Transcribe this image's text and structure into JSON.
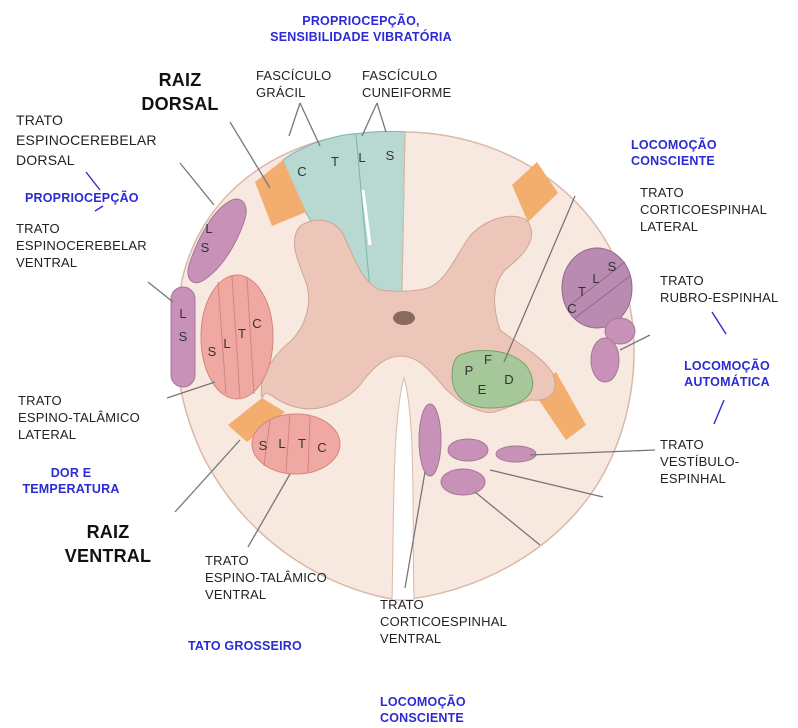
{
  "colors": {
    "cord_fill": "#f7e9df",
    "gray_matter": "#ecc7b9",
    "dorsal_column": "#b7d9d2",
    "root_entry": "#f3ad6e",
    "spinothalamic": "#f0a9a2",
    "spinocerebellar": "#c892b8",
    "corticospinal": "#b98bb1",
    "motor_nucleus": "#a6c79a",
    "label_blue": "#2b2bd6",
    "leader_line": "#777777"
  },
  "labels": {
    "propriocepcao_top": [
      "PROPRIOCEPÇÃO,",
      "SENSIBILIDADE VIBRATÓRIA"
    ],
    "fasciculo_gracil": [
      "FASCÍCULO",
      "GRÁCIL"
    ],
    "fasciculo_cuneiforme": [
      "FASCÍCULO",
      "CUNEIFORME"
    ],
    "raiz_dorsal": [
      "RAIZ",
      "DORSAL"
    ],
    "trato_espinocerebelar_dorsal": [
      "TRATO",
      "ESPINOCEREBELAR",
      "DORSAL"
    ],
    "propriocepcao_left": "PROPRIOCEPÇÃO",
    "trato_espinocerebelar_ventral": [
      "TRATO",
      "ESPINOCEREBELAR",
      "VENTRAL"
    ],
    "trato_espino_talamico_lateral": [
      "TRATO",
      "ESPINO-TALÂMICO",
      "LATERAL"
    ],
    "dor_temperatura": [
      "DOR E",
      "TEMPERATURA"
    ],
    "raiz_ventral": [
      "RAIZ",
      "VENTRAL"
    ],
    "trato_espino_talamico_ventral": [
      "TRATO",
      "ESPINO-TALÂMICO",
      "VENTRAL"
    ],
    "tato_grosseiro": "TATO GROSSEIRO",
    "trato_corticoespinhal_ventral": [
      "TRATO",
      "CORTICOESPINHAL",
      "VENTRAL"
    ],
    "locomocao_consciente_bottom": [
      "LOCOMOÇÃO",
      "CONSCIENTE"
    ],
    "locomocao_consciente_top": [
      "LOCOMOÇÃO",
      "CONSCIENTE"
    ],
    "trato_corticoespinhal_lateral": [
      "TRATO",
      "CORTICOESPINHAL",
      "LATERAL"
    ],
    "trato_rubro_espinhal": [
      "TRATO",
      "RUBRO-ESPINHAL"
    ],
    "locomocao_automatica": [
      "LOCOMOÇÃO",
      "AUTOMÁTICA"
    ],
    "trato_vestibulo_espinhal": [
      "TRATO",
      "VESTÍBULO-",
      "ESPINHAL"
    ]
  },
  "tract_letters": {
    "gracil": [
      "C",
      "T"
    ],
    "cuneiforme": [
      "L",
      "S"
    ],
    "espinocerebelar_dorsal": [
      "L",
      "S"
    ],
    "espinocerebelar_ventral": [
      "L",
      "S"
    ],
    "espino_talamico_lateral": [
      "S",
      "L",
      "T",
      "C"
    ],
    "espino_talamico_ventral": [
      "S",
      "L",
      "T",
      "C"
    ],
    "corticoespinhal_lateral": [
      "C",
      "T",
      "L",
      "S"
    ],
    "motor_nucleus": [
      "P",
      "F",
      "E",
      "D"
    ]
  }
}
